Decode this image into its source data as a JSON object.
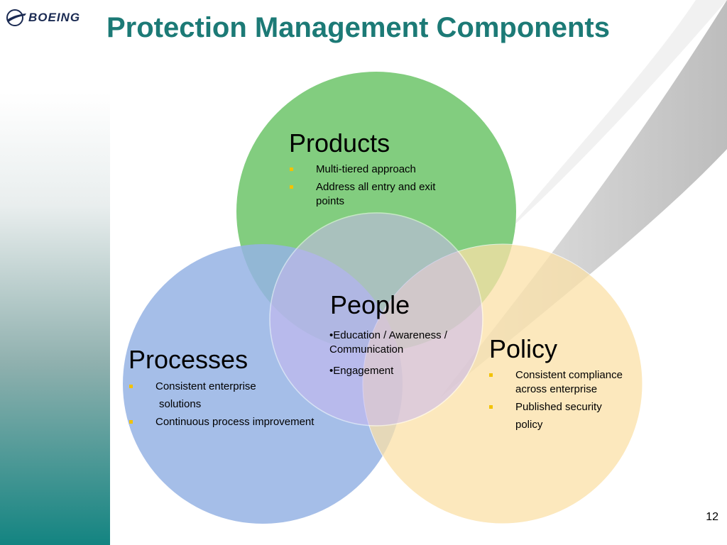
{
  "logo": {
    "text": "BOEING"
  },
  "title": "Protection Management Components",
  "products": {
    "heading": "Products",
    "bullets": [
      "Multi-tiered approach",
      "Address all entry and exit points"
    ]
  },
  "people": {
    "heading": "People",
    "bullets": [
      "•Education / Awareness / Communication",
      "•Engagement"
    ]
  },
  "processes": {
    "heading": "Processes",
    "bullet1_line1": "Consistent enterprise",
    "bullet1_line2": "solutions",
    "bullet2": "Continuous process improvement"
  },
  "policy": {
    "heading": "Policy",
    "bullet1": "Consistent compliance across enterprise",
    "bullet2_line1": "Published security",
    "bullet2_line2": "policy"
  },
  "page_number": "12",
  "colors": {
    "title": "#1c7a76",
    "products_circle": "#7ecb7b",
    "processes_circle": "#95b3e4",
    "policy_circle": "#fbe1a8",
    "people_circle": "#b9a6e8",
    "bullet_marker": "#f2c200",
    "left_band_top": "#ffffff",
    "left_band_bottom": "#138481"
  }
}
